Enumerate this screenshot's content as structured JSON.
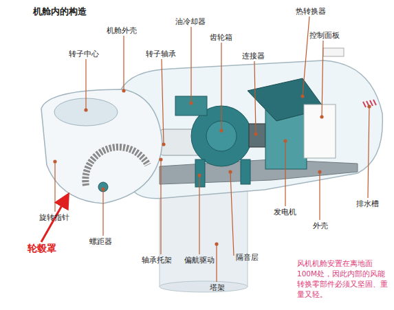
{
  "diagram": {
    "title": "机舱内的构造",
    "labels": [
      "机舱外壳",
      "转子中心",
      "转子轴承",
      "油冷却器",
      "齿轮箱",
      "连接器",
      "热转换器",
      "控制面板",
      "排水槽",
      "发电机",
      "外壳",
      "隔音层",
      "塔架",
      "偏航驱动",
      "轴承托架",
      "螺距器",
      "旋转指针",
      "轮毂罩",
      "风机机舱安置在离地面100M处，因此内部的风能转换零部件必须又坚固、重量又轻。"
    ]
  }
}
